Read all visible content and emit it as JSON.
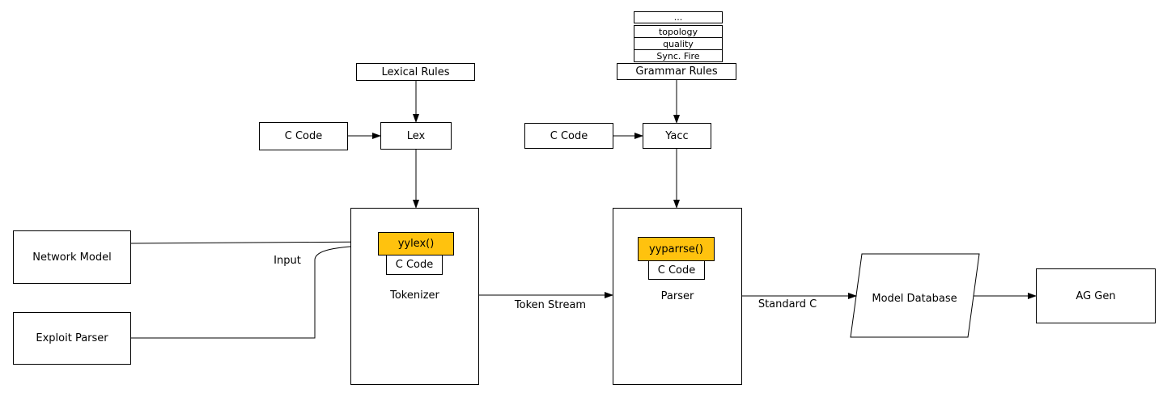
{
  "colors": {
    "highlight_yellow": "#ffc20e",
    "line_color": "#000000",
    "background": "#ffffff"
  },
  "grammar_stack": {
    "rows": [
      "...",
      "topology",
      "quality",
      "Sync. Fire"
    ],
    "base_label": "Grammar Rules"
  },
  "lex_chain": {
    "rules_label": "Lexical Rules",
    "c_code_label": "C Code",
    "tool_label": "Lex"
  },
  "yacc_chain": {
    "c_code_label": "C Code",
    "tool_label": "Yacc"
  },
  "tokenizer": {
    "box_label": "Tokenizer",
    "fn_label": "yylex()",
    "c_code_label": "C Code"
  },
  "parser": {
    "box_label": "Parser",
    "fn_label": "yyparrse()",
    "c_code_label": "C Code"
  },
  "sources": {
    "network_model_label": "Network Model",
    "exploit_parser_label": "Exploit Parser"
  },
  "sinks": {
    "model_database_label": "Model Database",
    "ag_gen_label": "AG Gen"
  },
  "edge_labels": {
    "input": "Input",
    "token_stream": "Token Stream",
    "standard_c": "Standard C"
  }
}
